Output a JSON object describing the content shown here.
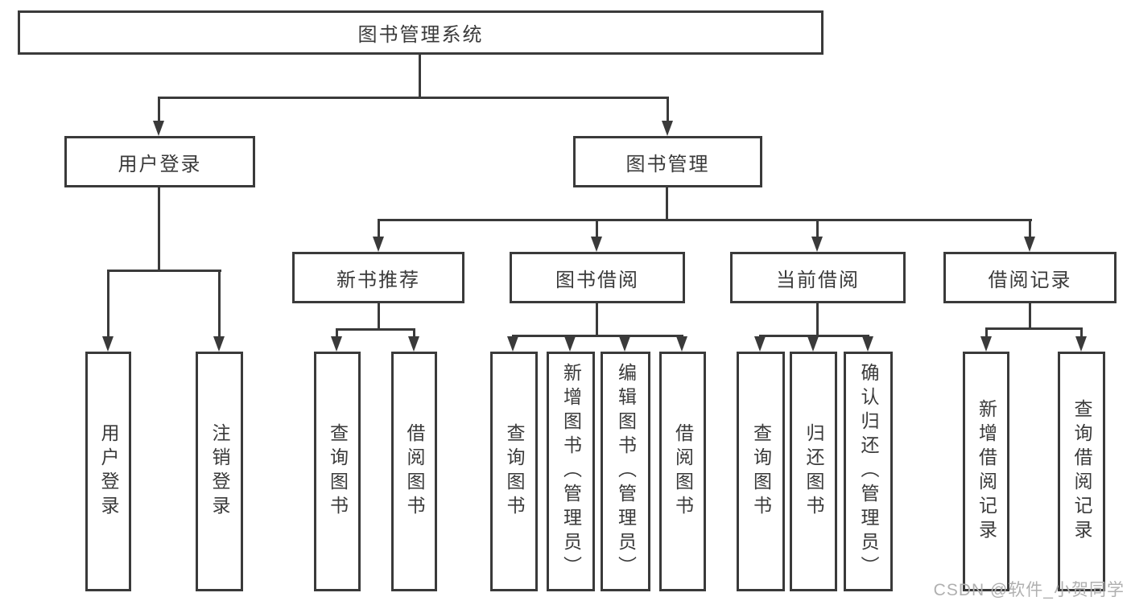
{
  "tree": {
    "root": "图书管理系统",
    "children": [
      {
        "label": "用户登录",
        "children": [
          {
            "label": "用户登录"
          },
          {
            "label": "注销登录"
          }
        ]
      },
      {
        "label": "图书管理",
        "children": [
          {
            "label": "新书推荐",
            "children": [
              {
                "label": "查询图书"
              },
              {
                "label": "借阅图书"
              }
            ]
          },
          {
            "label": "图书借阅",
            "children": [
              {
                "label": "查询图书"
              },
              {
                "label": "新增图书（管理员）"
              },
              {
                "label": "编辑图书（管理员）"
              },
              {
                "label": "借阅图书"
              }
            ]
          },
          {
            "label": "当前借阅",
            "children": [
              {
                "label": "查询图书"
              },
              {
                "label": "归还图书"
              },
              {
                "label": "确认归还（管理员）"
              }
            ]
          },
          {
            "label": "借阅记录",
            "children": [
              {
                "label": "新增借阅记录"
              },
              {
                "label": "查询借阅记录"
              }
            ]
          }
        ]
      }
    ]
  },
  "watermark": {
    "text": "CSDN @软件_小贺同学"
  },
  "colors": {
    "line": "#3a3a3a",
    "text": "#3a3a3a",
    "watermark": "#b0b0b0",
    "background": "#ffffff"
  }
}
